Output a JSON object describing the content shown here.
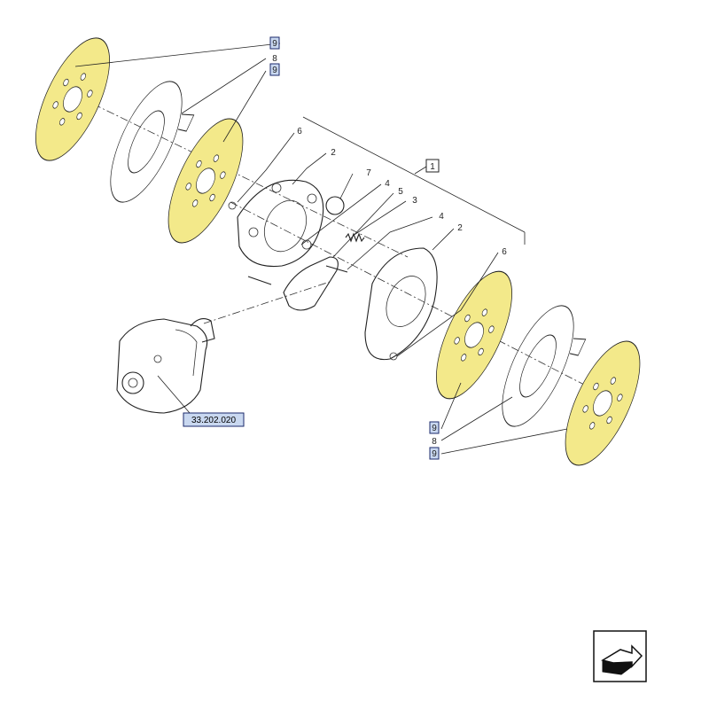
{
  "colors": {
    "friction_disc": "#f3e98a",
    "highlight_label": "#c9d8f0"
  },
  "callouts": {
    "disc_top_left": "9",
    "plate_top": "8",
    "disc_top_center": "9",
    "bolt_left": "6",
    "carrier_left": "2",
    "ball": "7",
    "link_a": "4",
    "pin": "5",
    "spring": "3",
    "link_b": "4",
    "carrier_right": "2",
    "bolt_right": "6",
    "assembly": "1",
    "disc_bottom_center": "9",
    "plate_bottom": "8",
    "disc_bottom_right": "9"
  },
  "reference_link": "33.202.020",
  "nav_icon": "next-page-arrow-icon"
}
